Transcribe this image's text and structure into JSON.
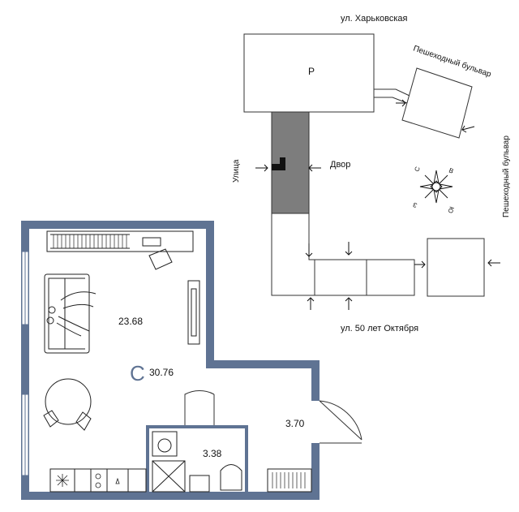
{
  "site_plan": {
    "street_top": "ул. Харьковская",
    "parking_label": "Р",
    "boulevard_diagonal": "Пешеходный бульвар",
    "boulevard_vertical": "Пешеходный бульвар",
    "street_left": "Улица",
    "yard": "Двор",
    "street_bottom": "ул. 50 лет Октября"
  },
  "compass": {
    "north": "С",
    "east": "В",
    "south": "Ю",
    "west": "З"
  },
  "floor_plan": {
    "room_main_area": "23.68",
    "total_area": "30.76",
    "studio_letter": "С",
    "bathroom_area": "3.38",
    "hall_area": "3.70"
  },
  "colors": {
    "wall": "#5f7393",
    "highlight_block": "#7d7d7d",
    "accent_letter": "#5f7393"
  }
}
